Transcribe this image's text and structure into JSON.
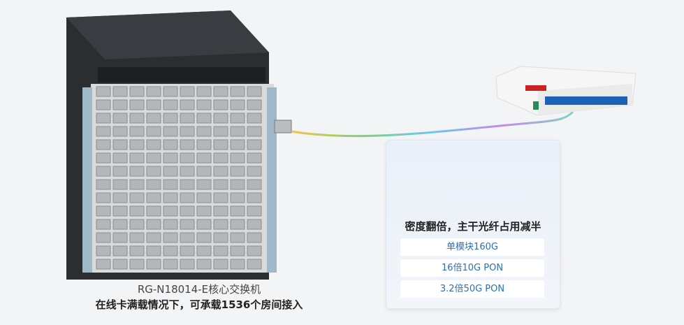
{
  "switch": {
    "model_caption": "RG-N18014-E核心交换机",
    "capacity_caption": "在线卡满载情况下，可承载1536个房间接入"
  },
  "panel": {
    "title": "密度翻倍，主干光纤占用减半",
    "features": [
      "单模块160G",
      "16倍10G PON",
      "3.2倍50G PON"
    ]
  },
  "colors": {
    "feature_text": "#2d6fb1",
    "chassis": "#2b2d31",
    "splitter_ports": "#1e5fb8"
  }
}
